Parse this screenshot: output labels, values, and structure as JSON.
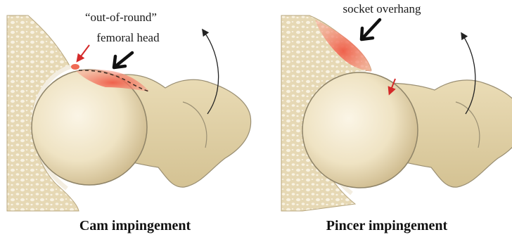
{
  "panels": [
    {
      "caption": "Cam impingement",
      "annotation_lines": [
        "“out-of-round”",
        "femoral head"
      ]
    },
    {
      "caption": "Pincer impingement",
      "annotation_lines": [
        "socket overhang"
      ]
    }
  ],
  "colors": {
    "bone": "#ece0bf",
    "bone_shadow": "#d3c095",
    "bone_outline": "#9a8f73",
    "highlight_red": "#ef6a55",
    "pointer_red": "#d42a2a",
    "cartilage": "#f6f1e4"
  }
}
